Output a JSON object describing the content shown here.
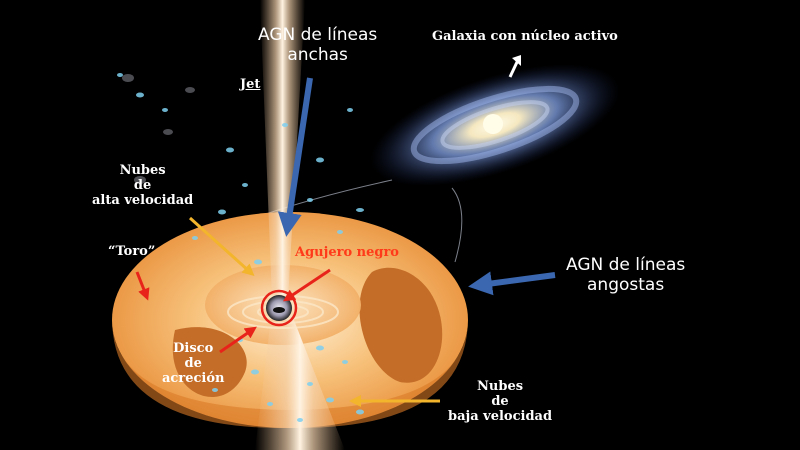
{
  "labels": {
    "galaxy": "Galaxia con núcleo activo",
    "agn_broad_line1": "AGN de líneas",
    "agn_broad_line2": "anchas",
    "jet": "Jet",
    "high_vel_line1": "Nubes",
    "high_vel_line2": "de",
    "high_vel_line3": "alta velocidad",
    "torus": "“Toro”",
    "black_hole": "Agujero negro",
    "agn_narrow_line1": "AGN de líneas",
    "agn_narrow_line2": "angostas",
    "disk_line1": "Disco",
    "disk_line2": "de",
    "disk_line3": "acreción",
    "low_vel_line1": "Nubes",
    "low_vel_line2": "de",
    "low_vel_line3": "baja velocidad"
  },
  "colors": {
    "background": "#000000",
    "torus": "#f0a24a",
    "arrow_blue": "#3a67b0",
    "arrow_yellow": "#f2b52c",
    "arrow_red": "#e8241a",
    "black_hole_ring": "#e8241a",
    "clouds": "#7fd0f0"
  }
}
